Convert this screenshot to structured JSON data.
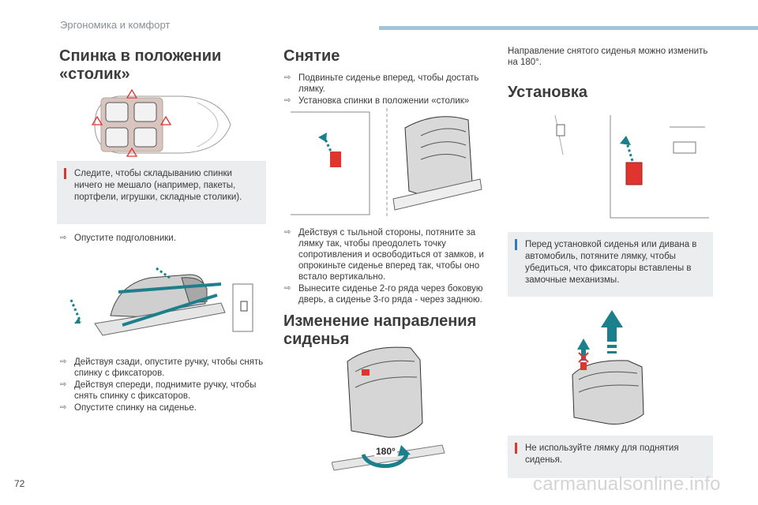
{
  "header": {
    "section_title": "Эргономика и комфорт"
  },
  "page_number": "72",
  "watermark": "carmanualsonline.info",
  "left": {
    "title_line1": "Спинка в положении",
    "title_line2": "«столик»",
    "warning_note": "Следите, чтобы складыванию спинки ничего не мешало (например, пакеты, портфели, игрушки, складные столики).",
    "step1": "Опустите подголовники.",
    "steps": [
      "Действуя сзади, опустите ручку, чтобы снять спинку с фиксаторов.",
      "Действуя спереди, поднимите ручку, чтобы снять спинку с фиксаторов.",
      "Опустите спинку на сиденье."
    ]
  },
  "middle": {
    "title": "Снятие",
    "steps_top": [
      "Подвиньте сиденье вперед, чтобы достать лямку.",
      "Установка спинки в положении «столик»"
    ],
    "steps_bottom": [
      "Действуя с тыльной стороны, потяните за лямку так, чтобы преодолеть точку сопротивления и освободиться от замков, и опрокиньте сиденье вперед так, чтобы оно встало вертикально.",
      "Вынесите сиденье 2-го ряда через боковую дверь, а сиденье 3-го ряда - через заднюю."
    ],
    "title2_line1": "Изменение направления",
    "title2_line2": "сиденья",
    "rotation_label": "180°"
  },
  "right": {
    "intro": "Направление снятого сиденья можно изменить на 180°.",
    "title": "Установка",
    "info_note": "Перед установкой сиденья или дивана в автомобиль, потяните лямку, чтобы убедиться, что фиксаторы вставлены в замочные механизмы.",
    "warning_note": "Не используйте лямку для поднятия сиденья."
  },
  "colors": {
    "accent_red": "#e0342f",
    "accent_teal": "#1c7f8c",
    "note_bg": "#ecedee",
    "header_bar": "#a9c3d6"
  },
  "icons": {
    "bullet": "arrow-bullet-icon",
    "warning": "warning-triangle-icon"
  }
}
